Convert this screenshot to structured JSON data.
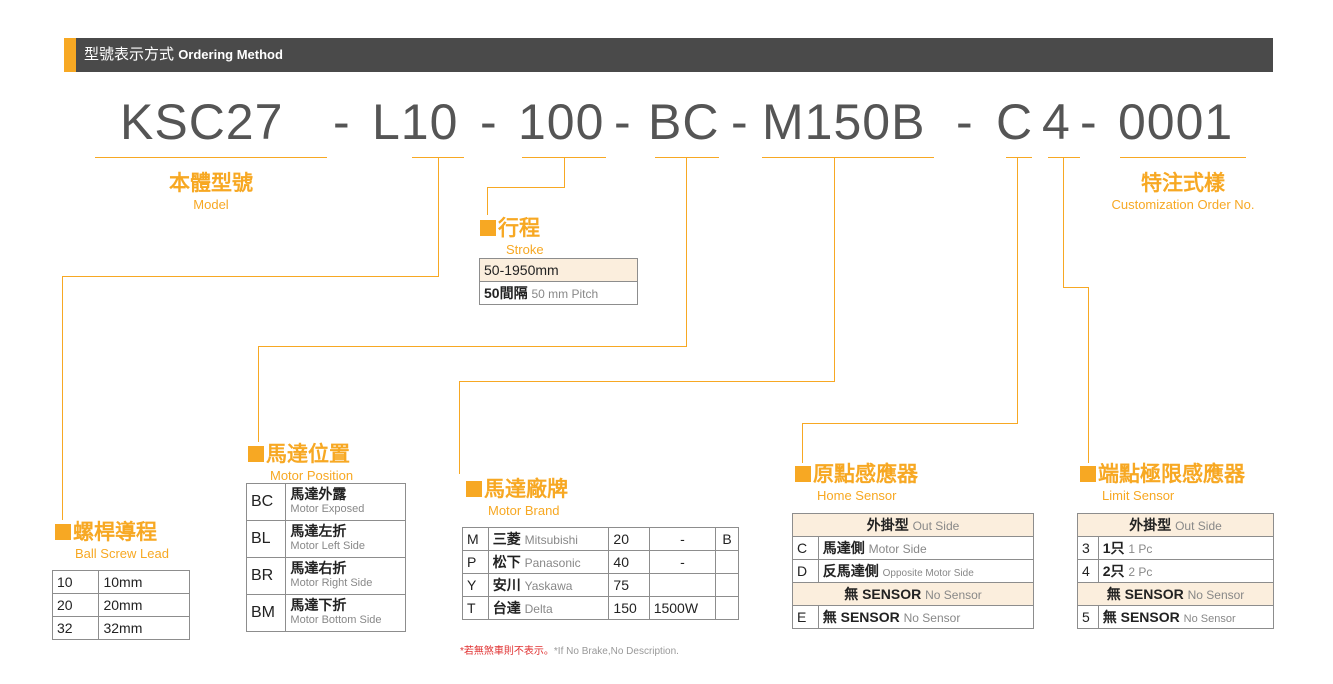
{
  "header": {
    "title_zh": "型號表示方式",
    "title_en": "Ordering Method"
  },
  "code": {
    "model": "KSC27",
    "sep": "-",
    "lead": "L10",
    "stroke": "100",
    "motor_position": "BC",
    "motor": "M150B",
    "home_sensor": "C",
    "limit_sensor": "4",
    "custom": "0001"
  },
  "model": {
    "zh": "本體型號",
    "en": "Model"
  },
  "custom": {
    "zh": "特注式樣",
    "en": "Customization Order No."
  },
  "stroke": {
    "zh": "行程",
    "en": "Stroke",
    "row1": "50-1950mm",
    "row2_zh": "50間隔",
    "row2_en": "50 mm Pitch"
  },
  "lead": {
    "zh": "螺桿導程",
    "en": "Ball Screw Lead",
    "rows": [
      {
        "code": "10",
        "value": "10mm"
      },
      {
        "code": "20",
        "value": "20mm"
      },
      {
        "code": "32",
        "value": "32mm"
      }
    ]
  },
  "position": {
    "zh": "馬達位置",
    "en": "Motor Position",
    "rows": [
      {
        "code": "BC",
        "zh": "馬達外露",
        "en": "Motor Exposed"
      },
      {
        "code": "BL",
        "zh": "馬達左折",
        "en": "Motor Left Side"
      },
      {
        "code": "BR",
        "zh": "馬達右折",
        "en": "Motor Right Side"
      },
      {
        "code": "BM",
        "zh": "馬達下折",
        "en": "Motor Bottom Side"
      }
    ]
  },
  "brand": {
    "zh": "馬達廠牌",
    "en": "Motor Brand",
    "rows": [
      {
        "code": "M",
        "zh": "三菱",
        "en": "Mitsubishi",
        "w": "20",
        "p": "-",
        "b": "B"
      },
      {
        "code": "P",
        "zh": "松下",
        "en": "Panasonic",
        "w": "40",
        "p": "-",
        "b": ""
      },
      {
        "code": "Y",
        "zh": "安川",
        "en": "Yaskawa",
        "w": "75",
        "p": "",
        "b": ""
      },
      {
        "code": "T",
        "zh": "台達",
        "en": "Delta",
        "w": "150",
        "p": "1500W",
        "b": ""
      }
    ],
    "note_red": "*若無煞車則不表示。",
    "note_gray": "*If No Brake,No Description."
  },
  "home": {
    "zh": "原點感應器",
    "en": "Home Sensor",
    "hd1_zh": "外掛型",
    "hd1_en": "Out Side",
    "r1_code": "C",
    "r1_zh": "馬達側",
    "r1_en": "Motor Side",
    "r2_code": "D",
    "r2_zh": "反馬達側",
    "r2_en": "Opposite Motor Side",
    "hd2_zh": "無 SENSOR",
    "hd2_en": "No Sensor",
    "r3_code": "E",
    "r3_zh": "無 SENSOR",
    "r3_en": "No Sensor"
  },
  "limit": {
    "zh": "端點極限感應器",
    "en": "Limit Sensor",
    "hd1_zh": "外掛型",
    "hd1_en": "Out Side",
    "r1_code": "3",
    "r1_zh": "1只",
    "r1_en": "1 Pc",
    "r2_code": "4",
    "r2_zh": "2只",
    "r2_en": "2 Pc",
    "hd2_zh": "無 SENSOR",
    "hd2_en": "No Sensor",
    "r3_code": "5",
    "r3_zh": "無 SENSOR",
    "r3_en": "No Sensor"
  },
  "colors": {
    "accent": "#f7a823",
    "header_bg": "#4a4a4a",
    "row_highlight": "#fbeedd"
  }
}
